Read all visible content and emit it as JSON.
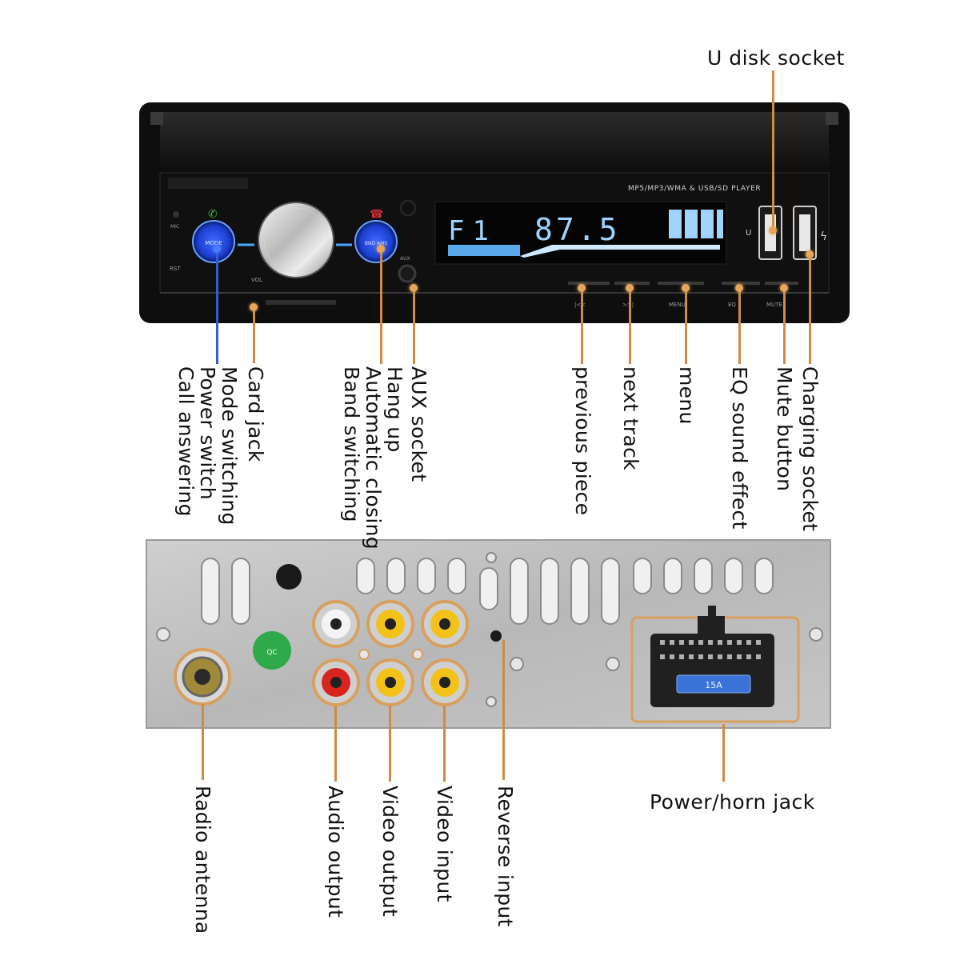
{
  "front_panel": {
    "model_text": "MP5/MP3/WMA & USB/SD PLAYER",
    "display_band": "F1",
    "display_frequency": "87.5",
    "vol_label": "VOL",
    "aux_label": "AUX",
    "mic_label": "MIC",
    "rst_label": "RST",
    "usb_u_label": "U",
    "left_button_text": "MODE",
    "right_button_text": "BND AMS",
    "bottom_buttons": [
      "|<<",
      ">>|",
      "MENU",
      "EQ",
      "MUTE"
    ]
  },
  "callouts_front": {
    "u_disk_socket": "U disk socket",
    "call_answering": "Call answering",
    "power_switch": "Power switch",
    "mode_switching": "Mode switching",
    "card_jack": "Card jack",
    "band_switching": "Band switching",
    "automatic_closing": "Automatic closing",
    "hang_up": "Hang up",
    "aux_socket": "AUX socket",
    "previous_piece": "previous piece",
    "next_track": "next track",
    "menu": "menu",
    "eq_sound_effect": "EQ sound effect",
    "mute_button": "Mute button",
    "charging_socket": "Charging socket"
  },
  "rear_panel": {
    "fuse_label": "15A"
  },
  "callouts_rear": {
    "radio_antenna": "Radio antenna",
    "audio_output": "Audio output",
    "video_output": "Video output",
    "video_input": "Video input",
    "reverse_input": "Reverse input",
    "power_horn_jack": "Power/horn jack"
  },
  "colors": {
    "leader_orange": "#d08a45",
    "leader_blue": "#2f5fd0",
    "display_blue": "#9fd4ff",
    "rca_yellow": "#f2c21b",
    "rca_red": "#d8241e"
  }
}
